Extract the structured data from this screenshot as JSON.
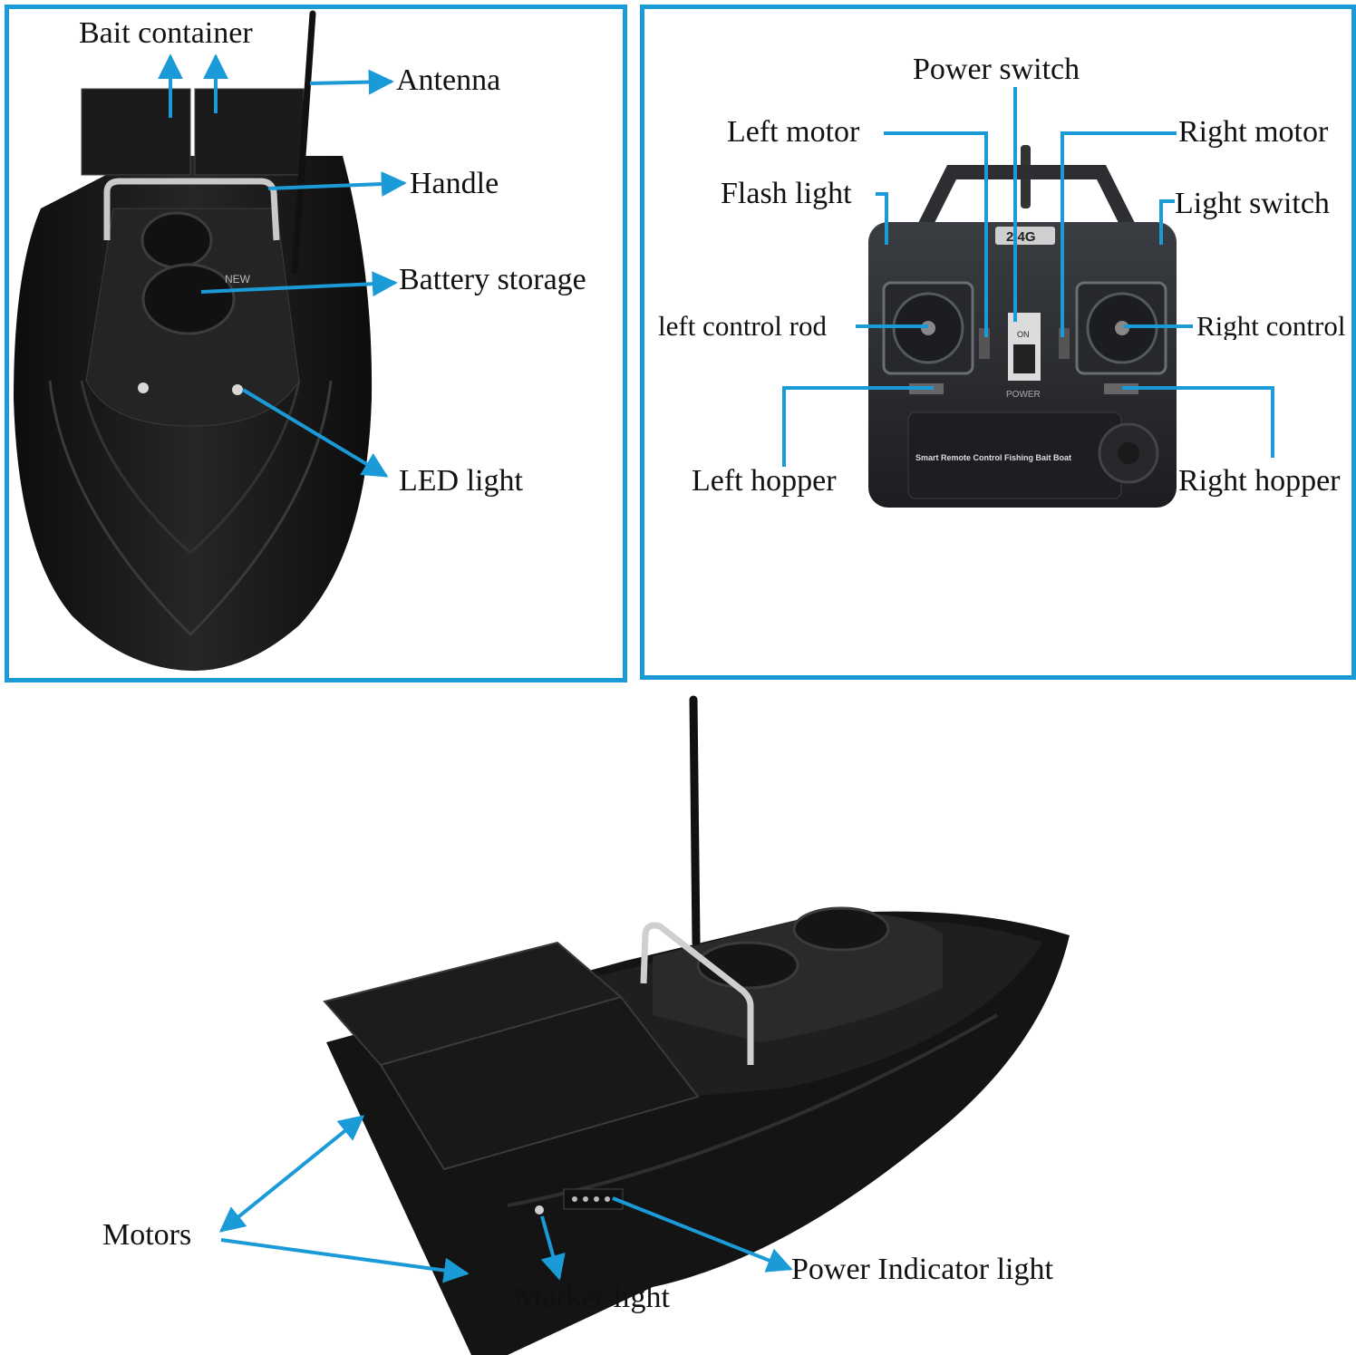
{
  "colors": {
    "frame": "#1a9ad6",
    "leader": "#1a9ad6",
    "hull": "#151515",
    "deck": "#2a2a2a",
    "text": "#111111"
  },
  "boat_top": {
    "labels": {
      "bait_container": "Bait container",
      "antenna": "Antenna",
      "handle": "Handle",
      "battery_storage": "Battery storage",
      "led_light": "LED light"
    },
    "badge": "NEW"
  },
  "remote": {
    "labels": {
      "power_switch": "Power switch",
      "left_motor": "Left motor",
      "right_motor": "Right motor",
      "flash_light": "Flash light",
      "light_switch": "Light switch",
      "left_control_rod": "left control rod",
      "right_control": "Right control",
      "left_hopper": "Left hopper",
      "right_hopper": "Right hopper"
    },
    "freq": "2.4G",
    "on": "ON",
    "power": "POWER",
    "caption": "Smart Remote Control Fishing Bait Boat"
  },
  "boat_side": {
    "labels": {
      "motors": "Motors",
      "marker_light": "Marker light",
      "power_indicator_light": "Power Indicator light"
    }
  }
}
